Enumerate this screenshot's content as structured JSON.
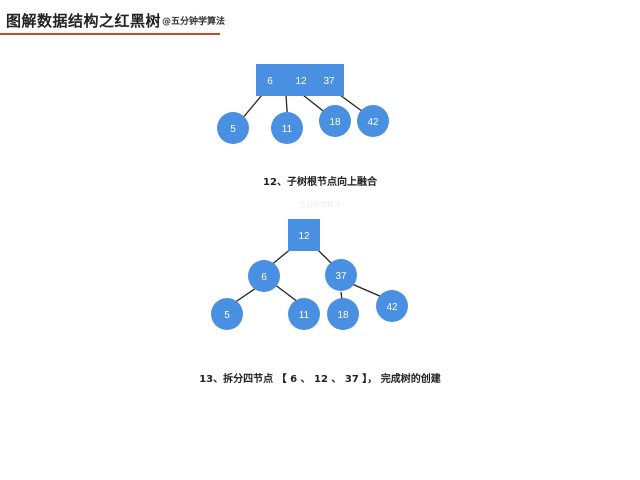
{
  "header": {
    "title": "图解数据结构之红黑树",
    "subtitle": "@五分钟学算法",
    "accent_color": "#c44a2a"
  },
  "watermark": "五分钟学算法",
  "node_color": "#4a90e2",
  "diagram1": {
    "root_keys": [
      "6",
      "12",
      "37"
    ],
    "children": [
      "5",
      "11",
      "18",
      "42"
    ],
    "caption": "12、子树根节点向上融合"
  },
  "diagram2": {
    "root": "12",
    "left": "6",
    "right": "37",
    "left_children": [
      "5",
      "11"
    ],
    "right_children": [
      "18",
      "42"
    ],
    "caption": "13、拆分四节点 【 6 、 12 、 37 】， 完成树的创建"
  }
}
